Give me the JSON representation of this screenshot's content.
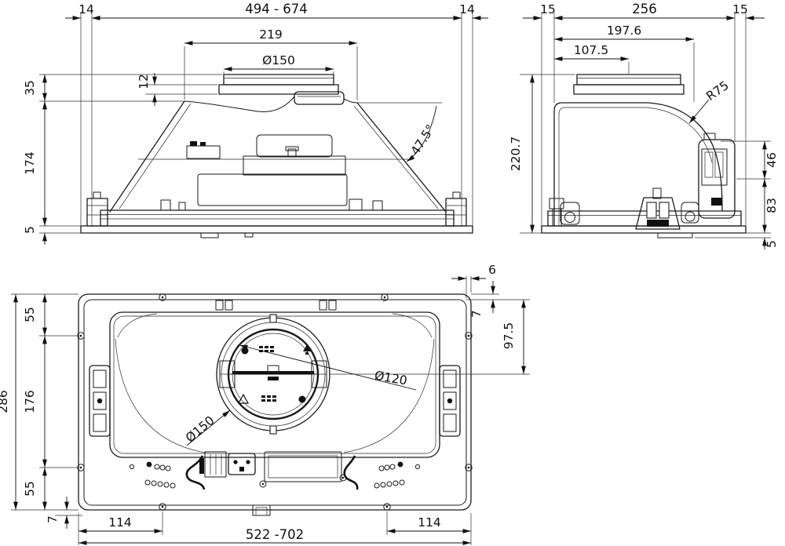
{
  "views": {
    "front": {
      "dims": {
        "recess_offset_left": "14",
        "width_range": "494 - 674",
        "recess_offset_right": "14",
        "top_width": "219",
        "duct_diameter": "Ø150",
        "collar_step": "12",
        "collar_height": "35",
        "body_height": "174",
        "flange_thickness": "5",
        "slope_angle": "47.5°"
      }
    },
    "side": {
      "dims": {
        "overhang_left": "15",
        "depth": "256",
        "overhang_right": "15",
        "body_depth": "197.6",
        "duct_center_offset": "107.5",
        "corner_radius": "R75",
        "total_height": "220.7",
        "terminal_box_height": "46",
        "lower_section_height": "83",
        "flange_thickness": "5"
      }
    },
    "bottom": {
      "dims": {
        "edge_lip": "6",
        "liner_inset": "7",
        "duct_center_from_edge": "97.5",
        "depth_overall": "286",
        "bracket_offset_top": "55",
        "bracket_spacing": "176",
        "bracket_offset_bottom": "55",
        "tab_offset": "7",
        "screw_inset_left": "114",
        "width_range": "522 -702",
        "screw_inset_right": "114",
        "inner_duct_diameter": "Ø120",
        "outer_duct_diameter": "Ø150"
      }
    }
  }
}
